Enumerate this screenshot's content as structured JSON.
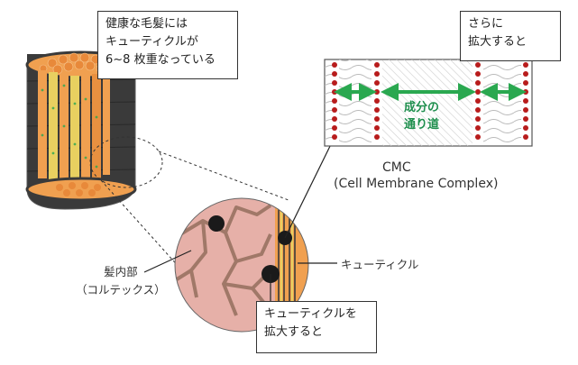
{
  "callouts": {
    "hair_layers": "健康な毛髪には\nキューティクルが\n6~8 枚重なっている",
    "zoom_further": "さらに\n拡大すると",
    "zoom_cuticle": "キューティクルを\n拡大すると"
  },
  "labels": {
    "cmc_abbr": "CMC",
    "cmc_full": "(Cell Membrane Complex)",
    "pathway": "成分の\n通り道",
    "cuticle": "キューティクル",
    "cortex": "髪内部\n（コルテックス）"
  },
  "colors": {
    "strand_orange": "#f0a050",
    "strand_yellow": "#e8d060",
    "cuticle_dark": "#3a3a3a",
    "cortex_pink": "#e6b0a8",
    "cortex_vein": "#a07868",
    "membrane_red": "#b81c1c",
    "arrow_green": "#2aa850"
  }
}
